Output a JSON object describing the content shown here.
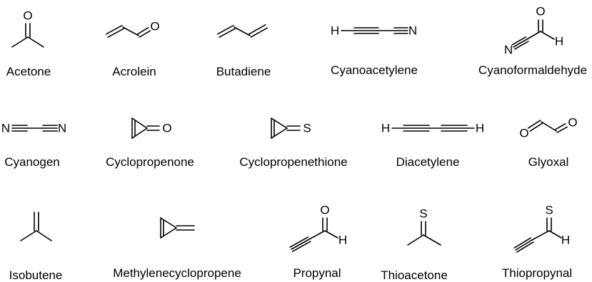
{
  "molecules": [
    {
      "key": "acetone",
      "name": "Acetone",
      "atoms": [
        "O"
      ]
    },
    {
      "key": "acrolein",
      "name": "Acrolein",
      "atoms": [
        "O"
      ]
    },
    {
      "key": "butadiene",
      "name": "Butadiene",
      "atoms": []
    },
    {
      "key": "cyanoacetylene",
      "name": "Cyanoacetylene",
      "atoms": [
        "H",
        "N"
      ]
    },
    {
      "key": "cyanoformaldehyde",
      "name": "Cyanoformaldehyde",
      "atoms": [
        "O",
        "N",
        "H"
      ]
    },
    {
      "key": "cyanogen",
      "name": "Cyanogen",
      "atoms": [
        "N",
        "N"
      ]
    },
    {
      "key": "cyclopropenone",
      "name": "Cyclopropenone",
      "atoms": [
        "O"
      ]
    },
    {
      "key": "cyclopropenethione",
      "name": "Cyclopropenethione",
      "atoms": [
        "S"
      ]
    },
    {
      "key": "diacetylene",
      "name": "Diacetylene",
      "atoms": [
        "H",
        "H"
      ]
    },
    {
      "key": "glyoxal",
      "name": "Glyoxal",
      "atoms": [
        "O",
        "O"
      ]
    },
    {
      "key": "isobutene",
      "name": "Isobutene",
      "atoms": []
    },
    {
      "key": "methylenecyclopropene",
      "name": "Methylenecyclopropene",
      "atoms": []
    },
    {
      "key": "propynal",
      "name": "Propynal",
      "atoms": [
        "O",
        "H"
      ]
    },
    {
      "key": "thioacetone",
      "name": "Thioacetone",
      "atoms": [
        "S"
      ]
    },
    {
      "key": "thiopropynal",
      "name": "Thiopropynal",
      "atoms": [
        "S",
        "H"
      ]
    }
  ]
}
